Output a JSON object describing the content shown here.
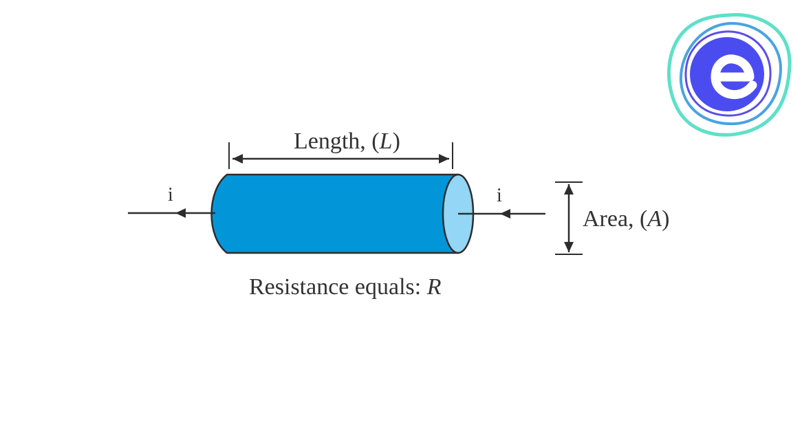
{
  "diagram": {
    "length_label": {
      "text": "Length, (",
      "var": "L",
      "close": ")"
    },
    "area_label": {
      "text": "Area, (",
      "var": "A",
      "close": ")"
    },
    "current_left": "i",
    "current_right": "i",
    "caption": {
      "text": "Resistance equals: ",
      "var": "R"
    }
  },
  "colors": {
    "body_fill": "#0296d9",
    "end_cap_fill": "#93d6f5",
    "stroke": "#2d2d2d",
    "text": "#333333"
  },
  "logo": {
    "name": "brand-logo",
    "letter": "e",
    "colors": {
      "outer_ring": "#5ee0c8",
      "middle_ring": "#4aa3e0",
      "inner_ring": "#5b4fe6",
      "disc": "#4b4cf0"
    }
  }
}
